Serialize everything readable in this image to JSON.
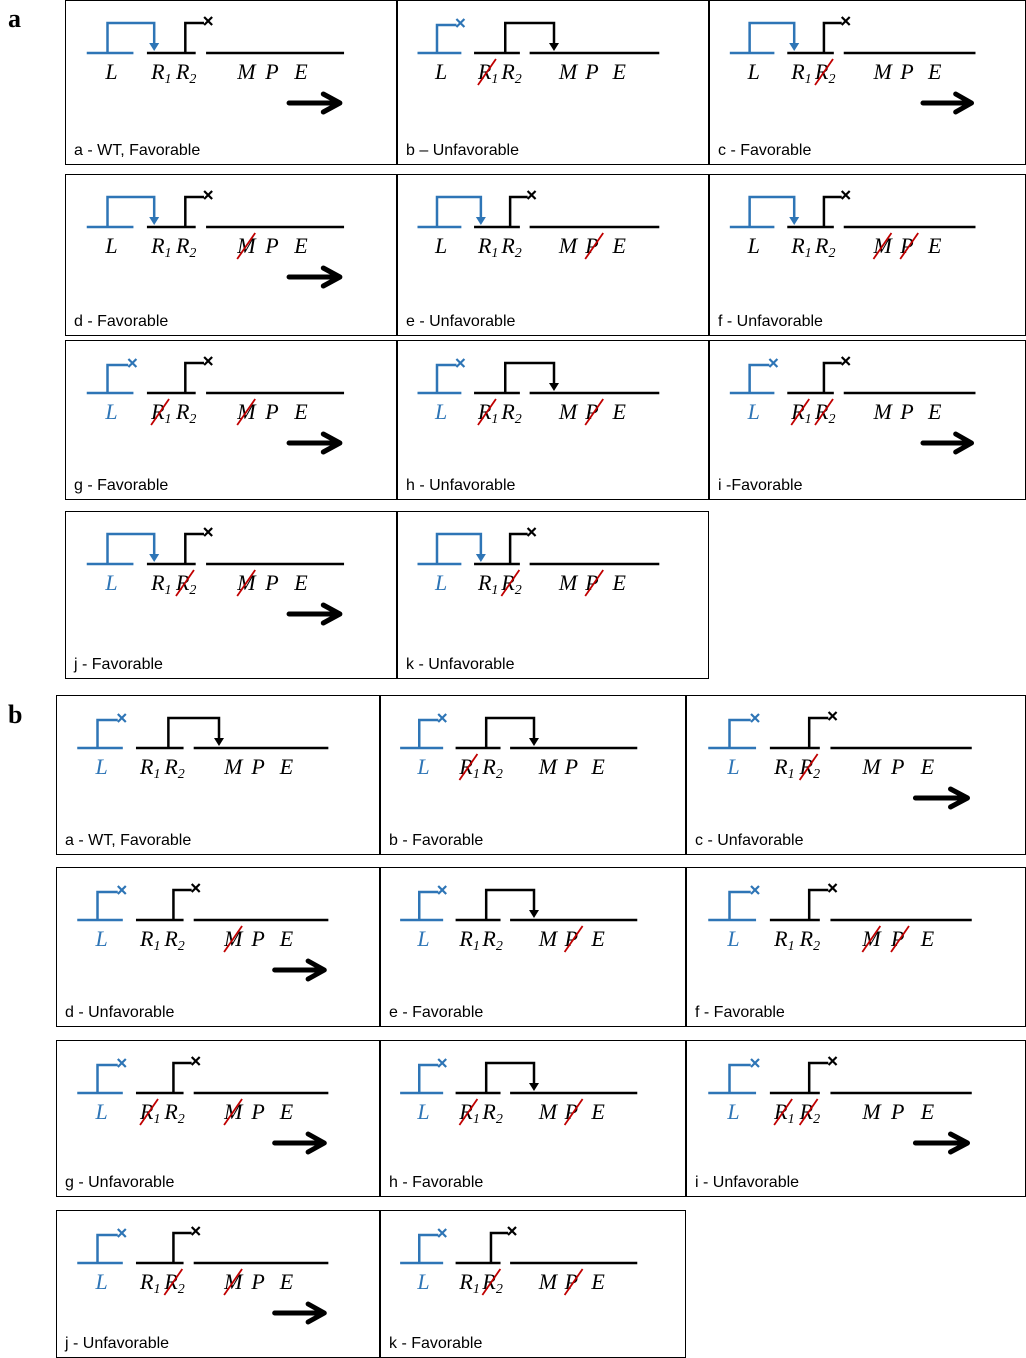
{
  "sections": [
    {
      "id": "a",
      "label": "a",
      "panels": [
        {
          "caption": "a - WT, Favorable",
          "l_active": true,
          "r1_active": false,
          "r1_cut": false,
          "r2_cut": false,
          "m_cut": false,
          "p_cut": false,
          "e_cut": false,
          "arrow": true,
          "l_blue_text": false,
          "r2_to_m": false
        },
        {
          "caption": "b – Unfavorable",
          "l_active": false,
          "r1_active": false,
          "r1_cut": true,
          "r2_cut": false,
          "m_cut": false,
          "p_cut": false,
          "e_cut": false,
          "arrow": false,
          "l_blue_text": false,
          "r2_to_m": true
        },
        {
          "caption": "c - Favorable",
          "l_active": true,
          "r1_active": false,
          "r1_cut": false,
          "r2_cut": true,
          "m_cut": false,
          "p_cut": false,
          "e_cut": false,
          "arrow": true,
          "l_blue_text": false,
          "r2_to_m": false
        },
        {
          "caption": "d - Favorable",
          "l_active": true,
          "r1_active": false,
          "r1_cut": false,
          "r2_cut": false,
          "m_cut": true,
          "p_cut": false,
          "e_cut": false,
          "arrow": true,
          "l_blue_text": false,
          "r2_to_m": false
        },
        {
          "caption": "e - Unfavorable",
          "l_active": true,
          "r1_active": false,
          "r1_cut": false,
          "r2_cut": false,
          "m_cut": false,
          "p_cut": true,
          "e_cut": false,
          "arrow": false,
          "l_blue_text": false,
          "r2_to_m": false
        },
        {
          "caption": "f - Unfavorable",
          "l_active": true,
          "r1_active": false,
          "r1_cut": false,
          "r2_cut": false,
          "m_cut": true,
          "p_cut": true,
          "e_cut": false,
          "arrow": false,
          "l_blue_text": false,
          "r2_to_m": false
        },
        {
          "caption": "g - Favorable",
          "l_active": false,
          "r1_active": false,
          "r1_cut": true,
          "r2_cut": false,
          "m_cut": true,
          "p_cut": false,
          "e_cut": false,
          "arrow": true,
          "l_blue_text": true,
          "r2_to_m": false
        },
        {
          "caption": "h - Unfavorable",
          "l_active": false,
          "r1_active": false,
          "r1_cut": true,
          "r2_cut": false,
          "m_cut": false,
          "p_cut": true,
          "e_cut": false,
          "arrow": false,
          "l_blue_text": true,
          "r2_to_m": true
        },
        {
          "caption": "i -Favorable",
          "l_active": false,
          "r1_active": false,
          "r1_cut": true,
          "r2_cut": true,
          "m_cut": false,
          "p_cut": false,
          "e_cut": false,
          "arrow": true,
          "l_blue_text": true,
          "r2_to_m": false
        },
        {
          "caption": "j - Favorable",
          "l_active": true,
          "r1_active": false,
          "r1_cut": false,
          "r2_cut": true,
          "m_cut": true,
          "p_cut": false,
          "e_cut": false,
          "arrow": true,
          "l_blue_text": true,
          "r2_to_m": false
        },
        {
          "caption": "k - Unfavorable",
          "l_active": true,
          "r1_active": false,
          "r1_cut": false,
          "r2_cut": true,
          "m_cut": false,
          "p_cut": true,
          "e_cut": false,
          "arrow": false,
          "l_blue_text": true,
          "r2_to_m": false
        }
      ]
    },
    {
      "id": "b",
      "label": "b",
      "panels": [
        {
          "caption": "a - WT, Favorable",
          "l_active": false,
          "r1_cut": false,
          "r2_cut": false,
          "m_cut": false,
          "p_cut": false,
          "e_cut": false,
          "arrow": false,
          "l_blue_text": true,
          "r2_to_m": true
        },
        {
          "caption": "b - Favorable",
          "l_active": false,
          "r1_cut": true,
          "r2_cut": false,
          "m_cut": false,
          "p_cut": false,
          "e_cut": false,
          "arrow": false,
          "l_blue_text": true,
          "r2_to_m": true
        },
        {
          "caption": "c - Unfavorable",
          "l_active": false,
          "r1_cut": false,
          "r2_cut": true,
          "m_cut": false,
          "p_cut": false,
          "e_cut": false,
          "arrow": true,
          "l_blue_text": true,
          "r2_to_m": false
        },
        {
          "caption": "d - Unfavorable",
          "l_active": false,
          "r1_cut": false,
          "r2_cut": false,
          "m_cut": true,
          "p_cut": false,
          "e_cut": false,
          "arrow": true,
          "l_blue_text": true,
          "r2_to_m": false
        },
        {
          "caption": "e - Favorable",
          "l_active": false,
          "r1_cut": false,
          "r2_cut": false,
          "m_cut": false,
          "p_cut": true,
          "e_cut": false,
          "arrow": false,
          "l_blue_text": true,
          "r2_to_m": true
        },
        {
          "caption": "f - Favorable",
          "l_active": false,
          "r1_cut": false,
          "r2_cut": false,
          "m_cut": true,
          "p_cut": true,
          "e_cut": false,
          "arrow": false,
          "l_blue_text": true,
          "r2_to_m": false
        },
        {
          "caption": "g - Unfavorable",
          "l_active": false,
          "r1_cut": true,
          "r2_cut": false,
          "m_cut": true,
          "p_cut": false,
          "e_cut": false,
          "arrow": true,
          "l_blue_text": true,
          "r2_to_m": false
        },
        {
          "caption": "h - Favorable",
          "l_active": false,
          "r1_cut": true,
          "r2_cut": false,
          "m_cut": false,
          "p_cut": true,
          "e_cut": false,
          "arrow": false,
          "l_blue_text": true,
          "r2_to_m": true
        },
        {
          "caption": "i - Unfavorable",
          "l_active": false,
          "r1_cut": true,
          "r2_cut": true,
          "m_cut": false,
          "p_cut": false,
          "e_cut": false,
          "arrow": true,
          "l_blue_text": true,
          "r2_to_m": false
        },
        {
          "caption": "j - Unfavorable",
          "l_active": false,
          "r1_cut": false,
          "r2_cut": true,
          "m_cut": true,
          "p_cut": false,
          "e_cut": false,
          "arrow": true,
          "l_blue_text": true,
          "r2_to_m": false
        },
        {
          "caption": "k - Favorable",
          "l_active": false,
          "r1_cut": false,
          "r2_cut": true,
          "m_cut": false,
          "p_cut": true,
          "e_cut": false,
          "arrow": false,
          "l_blue_text": true,
          "r2_to_m": false
        }
      ]
    }
  ],
  "gene_labels": {
    "l": "L",
    "r": "R",
    "r1_sub": "1",
    "r2_sub": "2",
    "m": "M",
    "p": "P",
    "e": "E"
  },
  "colors": {
    "blue": "#2e75b6",
    "black": "#000000",
    "cut": "#c00000"
  }
}
